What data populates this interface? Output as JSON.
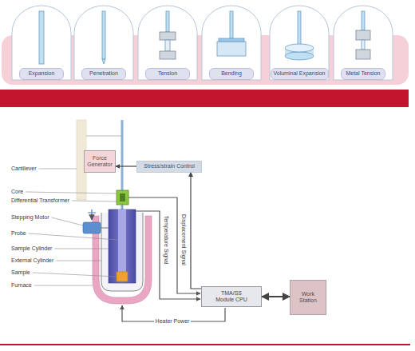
{
  "diagram": {
    "nodes": [
      {
        "text": [
          "Expansion"
        ]
      },
      {
        "text": [
          "Penetration"
        ]
      },
      {
        "text": [
          "Tension"
        ]
      },
      {
        "text": [
          "Bending"
        ]
      },
      {
        "text": [
          "Voluminal Expansion"
        ]
      },
      {
        "text": [
          "Metal Tension"
        ]
      },
      {
        "text": [
          "Force Generator"
        ]
      },
      {
        "text": [
          "Stress/strain Control"
        ]
      },
      {
        "text": [
          "TMA/SS Module CPU"
        ]
      },
      {
        "text": [
          "Work Station"
        ]
      }
    ],
    "edges": [
      {
        "from": 7,
        "to": 6,
        "arrow": "to"
      },
      {
        "from": 8,
        "to": 7,
        "arrow": "to"
      },
      {
        "from": 8,
        "to": 9,
        "arrow": "both"
      }
    ],
    "labels": [
      "Cantilever",
      "Core",
      "Differential Transformer",
      "Stepping Motor",
      "Probe",
      "Sample Cylinder",
      "External Cylinder",
      "Sample",
      "Furnace",
      "Temperature Signal",
      "Displacement Signal",
      "Heater Power"
    ]
  }
}
